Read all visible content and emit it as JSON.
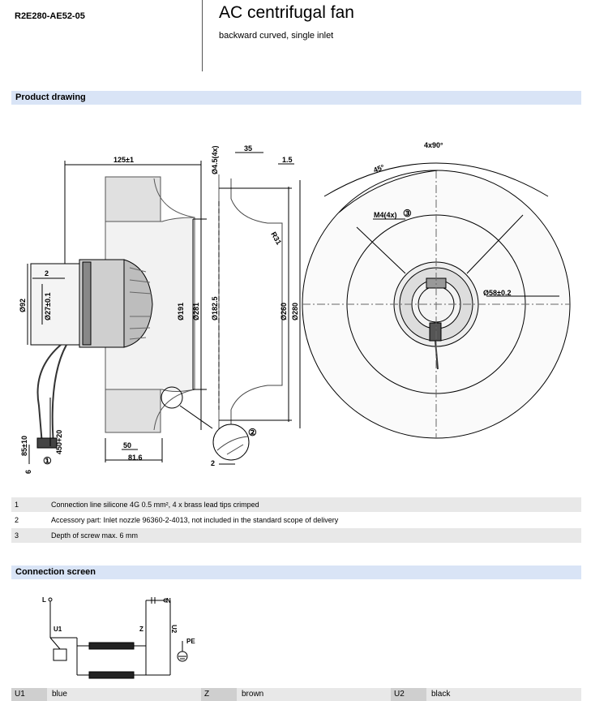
{
  "header": {
    "product_code": "R2E280-AE52-05",
    "title": "AC centrifugal fan",
    "subtitle": "backward curved, single inlet"
  },
  "sections": {
    "product_drawing": "Product drawing",
    "connection_screen": "Connection screen"
  },
  "drawing": {
    "side_view": {
      "dim_width": "125±1",
      "dim_d191": "Ø191",
      "dim_d281": "Ø281",
      "dim_d92": "Ø92",
      "dim_d27": "Ø27±0.1",
      "dim_2": "2",
      "dim_50": "50",
      "dim_81_6": "81.6",
      "dim_85": "85±10",
      "dim_450": "450+20",
      "dim_6": "6",
      "callout_1": "①"
    },
    "nozzle_view": {
      "dim_hole": "Ø4.5(4x)",
      "dim_35": "35",
      "dim_1_5": "1.5",
      "dim_r31": "R31",
      "dim_d182_5": "Ø182.5",
      "dim_d260": "Ø260",
      "dim_d280": "Ø280",
      "callout_2": "②",
      "dim_2b": "2"
    },
    "front_view": {
      "dim_4x90": "4x90°",
      "dim_45": "45°",
      "dim_m4": "M4(4x)",
      "callout_3": "③",
      "dim_d58": "Ø58±0.2"
    }
  },
  "notes": [
    {
      "num": "1",
      "text": "Connection line silicone 4G 0.5 mm², 4 x brass lead tips crimped"
    },
    {
      "num": "2",
      "text": "Accessory part: Inlet nozzle 96360-2-4013, not included in the standard scope of delivery"
    },
    {
      "num": "3",
      "text": "Depth of screw max. 6 mm"
    }
  ],
  "connection": {
    "label_L": "L",
    "label_N": "N",
    "label_U1": "U1",
    "label_Z": "Z",
    "label_U2": "U2",
    "label_PE": "PE"
  },
  "wires": [
    {
      "code": "U1",
      "color": "blue"
    },
    {
      "code": "Z",
      "color": "brown"
    },
    {
      "code": "U2",
      "color": "black"
    }
  ]
}
